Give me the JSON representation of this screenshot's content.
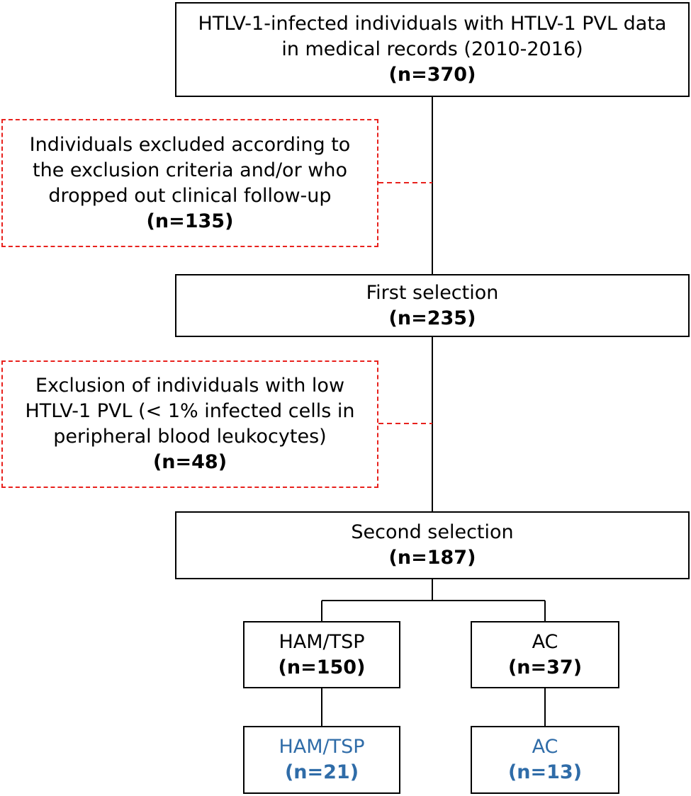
{
  "colors": {
    "box_border": "#000000",
    "excluded_border": "#e8211d",
    "final_text": "#2f6ca8"
  },
  "boxes": {
    "initial": {
      "lines": [
        "HTLV-1-infected individuals with HTLV-1 PVL data",
        "in medical records (2010-2016)"
      ],
      "count": "(n=370)"
    },
    "excluded1": {
      "lines": [
        "Individuals excluded according to",
        "the exclusion criteria and/or who",
        "dropped out clinical follow-up"
      ],
      "count": "(n=135)"
    },
    "first": {
      "lines": [
        "First selection"
      ],
      "count": "(n=235)"
    },
    "excluded2": {
      "lines": [
        "Exclusion of individuals with low",
        "HTLV-1 PVL (< 1% infected cells in",
        "peripheral blood leukocytes)"
      ],
      "count": "(n=48)"
    },
    "second": {
      "lines": [
        "Second selection"
      ],
      "count": "(n=187)"
    },
    "ham": {
      "lines": [
        "HAM/TSP"
      ],
      "count": "(n=150)"
    },
    "ac": {
      "lines": [
        "AC"
      ],
      "count": "(n=37)"
    },
    "ham_final": {
      "lines": [
        "HAM/TSP"
      ],
      "count": "(n=21)"
    },
    "ac_final": {
      "lines": [
        "AC"
      ],
      "count": "(n=13)"
    }
  }
}
